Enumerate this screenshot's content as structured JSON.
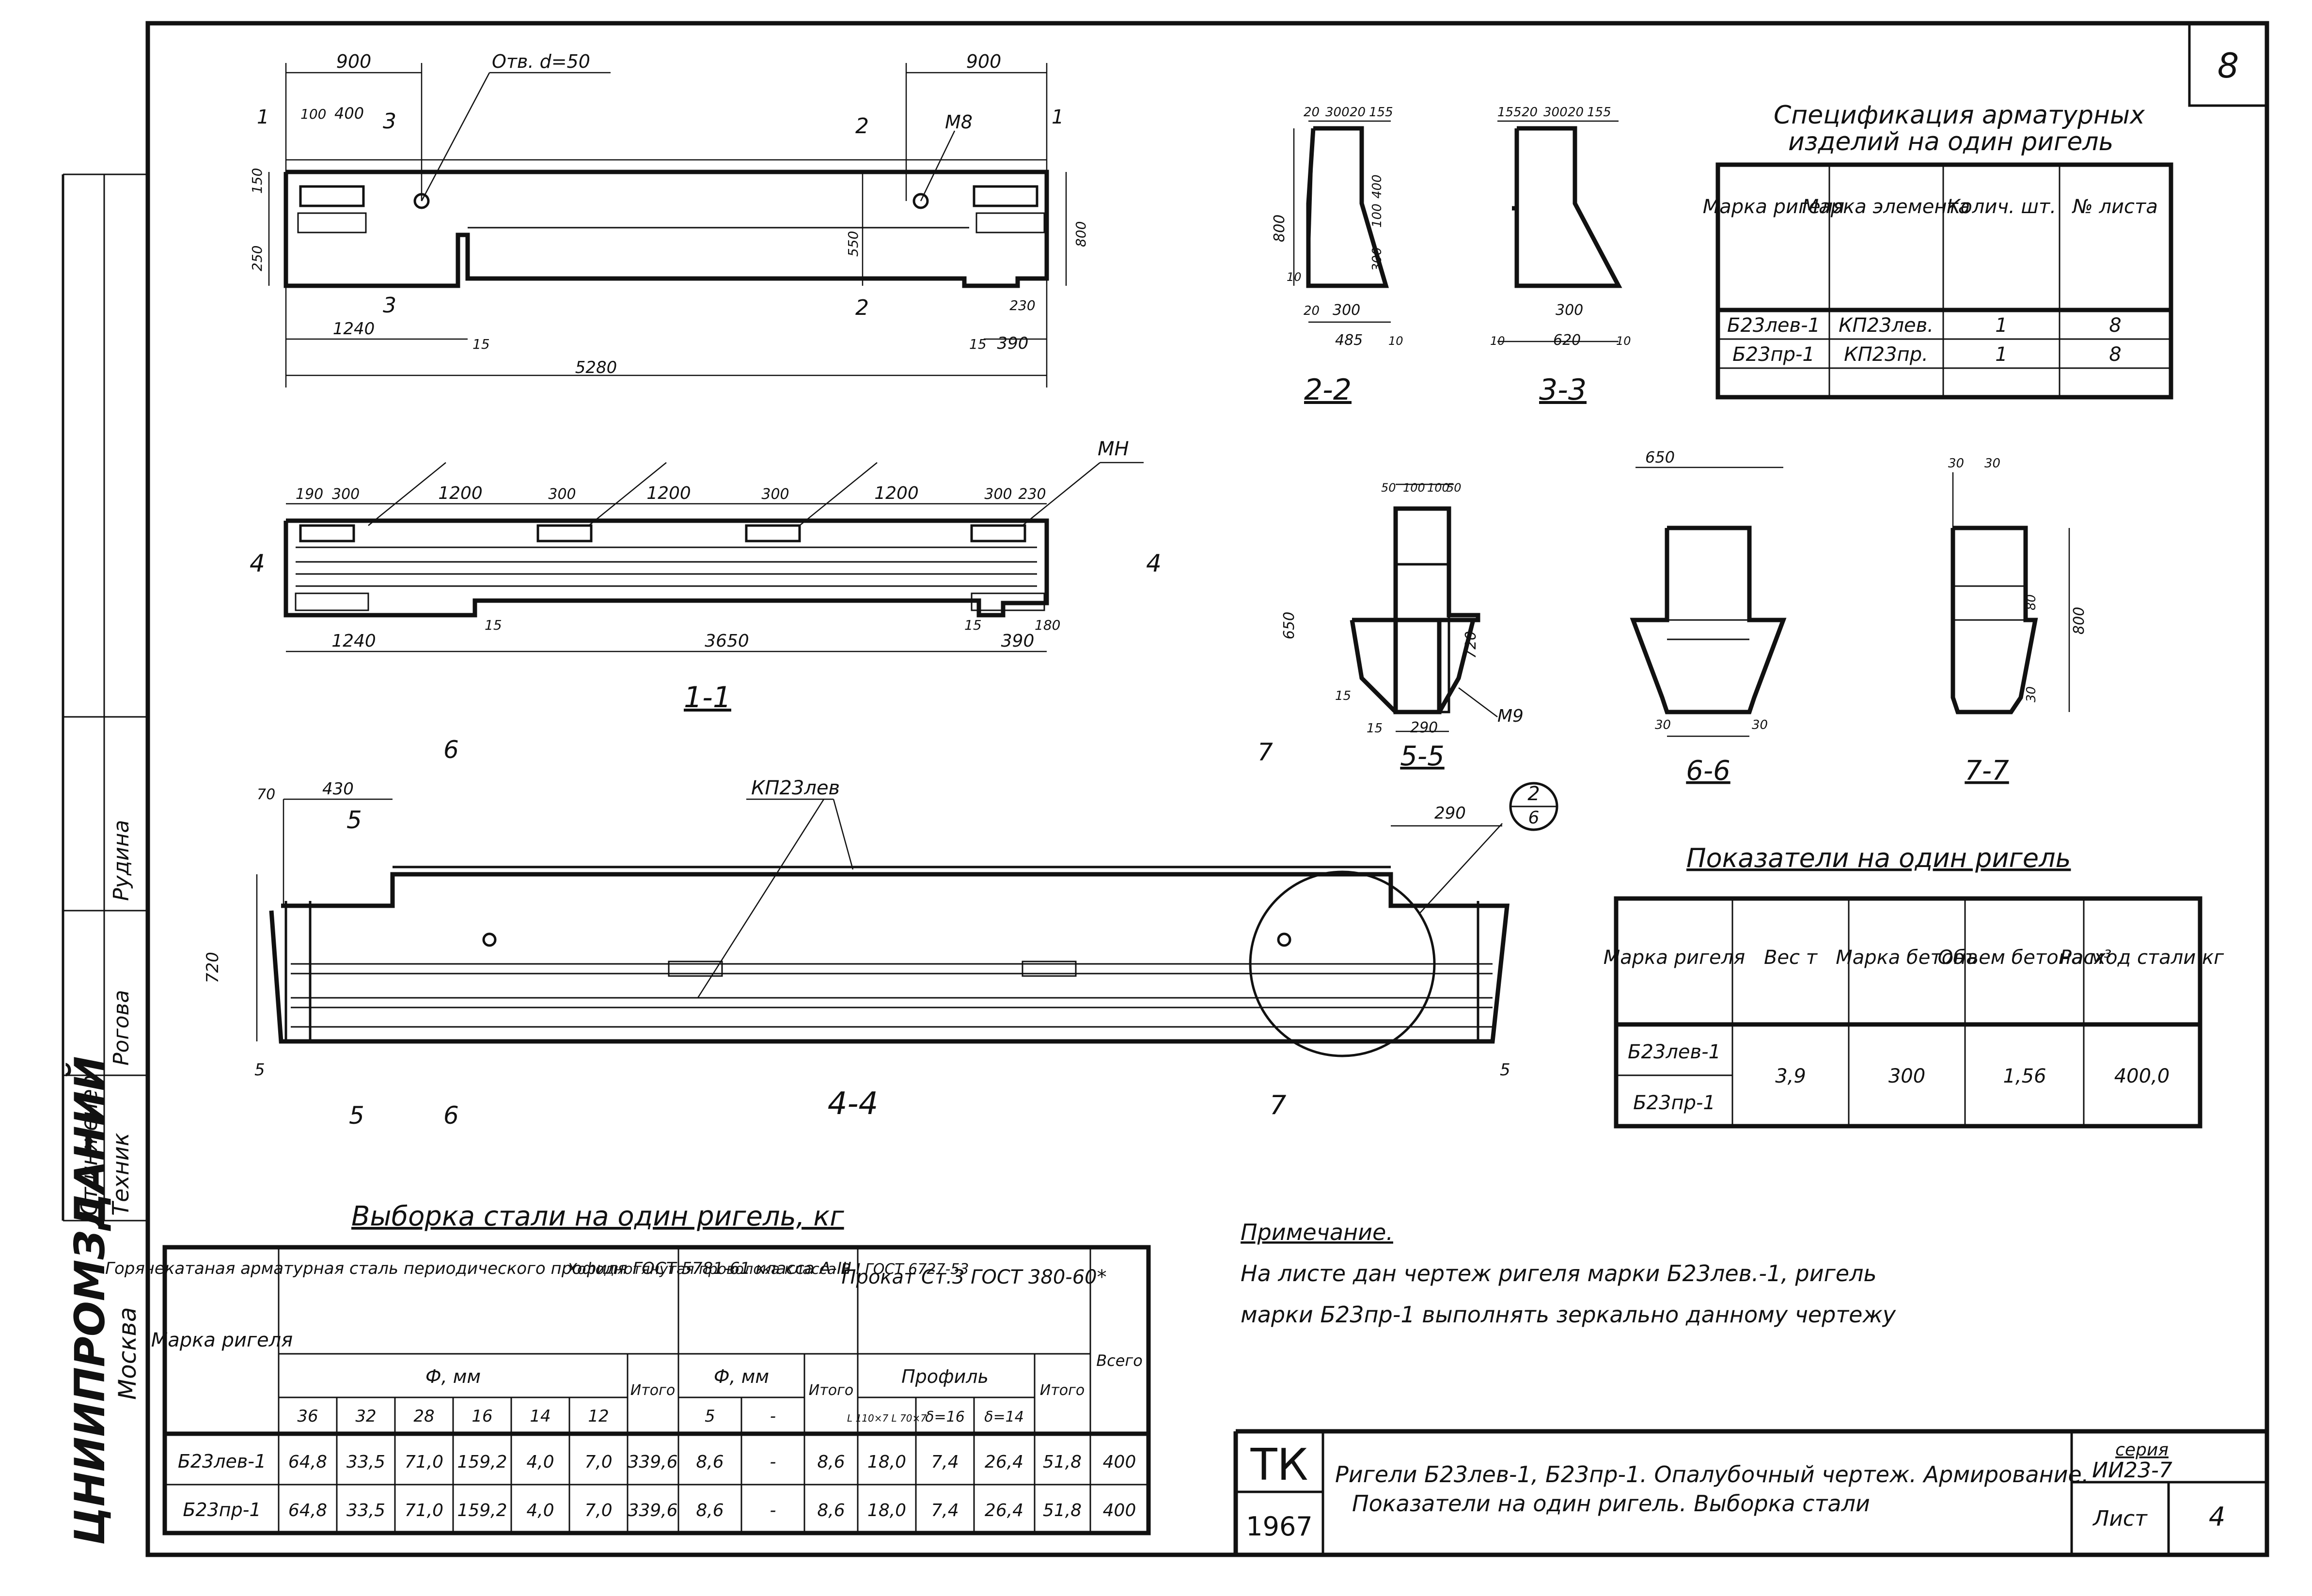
{
  "sheet": {
    "corner_number": "8",
    "series_label": "серия",
    "series_value": "ИИ23-7",
    "sheet_label": "Лист",
    "sheet_number": "4",
    "org_name": "ЦНИИПРОМЗДАНИЙ",
    "org_city": "Москва",
    "left_strip": {
      "role1": "Ст.инженер",
      "role2": "Техник",
      "name1": "Рудина",
      "sig1": "Рогова"
    }
  },
  "title_block": {
    "org": "ТК",
    "year": "1967",
    "title_line1": "Ригели Б23лев-1, Б23пр-1. Опалубочный чертеж. Армирование.",
    "title_line2": "Показатели на один ригель.   Выборка   стали"
  },
  "note": {
    "heading": "Примечание.",
    "line1": "На листе дан чертеж ригеля марки Б23лев.-1, ригель",
    "line2": "марки Б23пр-1 выполнять зеркально данному чертежу"
  },
  "spec_table": {
    "title_line1": "Спецификация арматурных",
    "title_line2": "изделий на один ригель",
    "headers": [
      "Марка ригеля",
      "Марка элемента",
      "Колич. шт.",
      "№ листа"
    ],
    "rows": [
      [
        "Б23лев-1",
        "КП23лев.",
        "1",
        "8"
      ],
      [
        "Б23пр-1",
        "КП23пр.",
        "1",
        "8"
      ]
    ]
  },
  "indicators_table": {
    "title": "Показатели на один ригель",
    "headers": [
      "Марка ригеля",
      "Вес т",
      "Марка бетона",
      "Объем бетона м³",
      "Расход стали кг"
    ],
    "rows": [
      [
        "Б23лев-1"
      ],
      [
        "Б23пр-1"
      ]
    ],
    "merged_values": [
      "3,9",
      "300",
      "1,56",
      "400,0"
    ]
  },
  "steel_table": {
    "title": "Выборка стали на один ригель, кг",
    "col_mark": "Марка ригеля",
    "group1": "Горячекатаная арматурная сталь периодического профиля ГОСТ 5781-61 класса А-III",
    "group1_diam": "Ф, мм",
    "group1_cols": [
      "36",
      "32",
      "28",
      "16",
      "14",
      "12"
    ],
    "group1_total": "Итого",
    "group2": "Холоднотянутая проволока класса В-I ГОСТ 6727-53",
    "group2_diam": "Ф, мм",
    "group2_cols": [
      "5",
      "-"
    ],
    "group2_total": "Итого",
    "group3": "Прокат Ст.3 ГОСТ 380-60*",
    "group3_sub": "Профиль",
    "group3_cols": [
      "L 110×7 L 70×7",
      "δ=16",
      "δ=14"
    ],
    "group3_total": "Итого",
    "col_total": "Всего",
    "rows": [
      [
        "Б23лев-1",
        "64,8",
        "33,5",
        "71,0",
        "159,2",
        "4,0",
        "7,0",
        "339,6",
        "8,6",
        "-",
        "8,6",
        "18,0",
        "7,4",
        "26,4",
        "51,8",
        "400"
      ],
      [
        "Б23пр-1",
        "64,8",
        "33,5",
        "71,0",
        "159,2",
        "4,0",
        "7,0",
        "339,6",
        "8,6",
        "-",
        "8,6",
        "18,0",
        "7,4",
        "26,4",
        "51,8",
        "400"
      ]
    ]
  },
  "drawings": {
    "elevation": {
      "dims": [
        "900",
        "900",
        "100",
        "400",
        "150",
        "250",
        "550",
        "800",
        "1240",
        "15",
        "15",
        "390",
        "5280",
        "230"
      ],
      "labels": [
        "Отв. d=50",
        "M8",
        "1",
        "1",
        "2",
        "2",
        "3",
        "3"
      ]
    },
    "section_1_1": {
      "label": "1-1",
      "dims": [
        "190",
        "300",
        "1200",
        "300",
        "1200",
        "300",
        "1200",
        "300",
        "230",
        "1240",
        "3650",
        "390",
        "15",
        "15",
        "180"
      ],
      "labels": [
        "MH",
        "4",
        "4"
      ]
    },
    "section_4_4": {
      "label": "4-4",
      "dims": [
        "70",
        "430",
        "720",
        "290",
        "5",
        "5"
      ],
      "labels": [
        "КП23лев",
        "5",
        "5",
        "6",
        "6",
        "7",
        "7",
        "2",
        "6"
      ]
    },
    "section_2_2": {
      "label": "2-2",
      "dims": [
        "20",
        "300",
        "20",
        "155",
        "800",
        "400",
        "100",
        "300",
        "10",
        "20",
        "300",
        "485",
        "10"
      ]
    },
    "section_3_3": {
      "label": "3-3",
      "dims": [
        "155",
        "20",
        "300",
        "20",
        "155",
        "300",
        "620",
        "10",
        "10"
      ]
    },
    "section_5_5": {
      "label": "5-5",
      "dims": [
        "50",
        "100",
        "100",
        "50",
        "650",
        "720",
        "15",
        "15",
        "290"
      ],
      "labels": [
        "M9"
      ]
    },
    "section_6_6": {
      "label": "6-6",
      "dims": [
        "650",
        "30",
        "30"
      ]
    },
    "section_7_7": {
      "label": "7-7",
      "dims": [
        "30",
        "30",
        "800",
        "80",
        "30"
      ]
    }
  }
}
